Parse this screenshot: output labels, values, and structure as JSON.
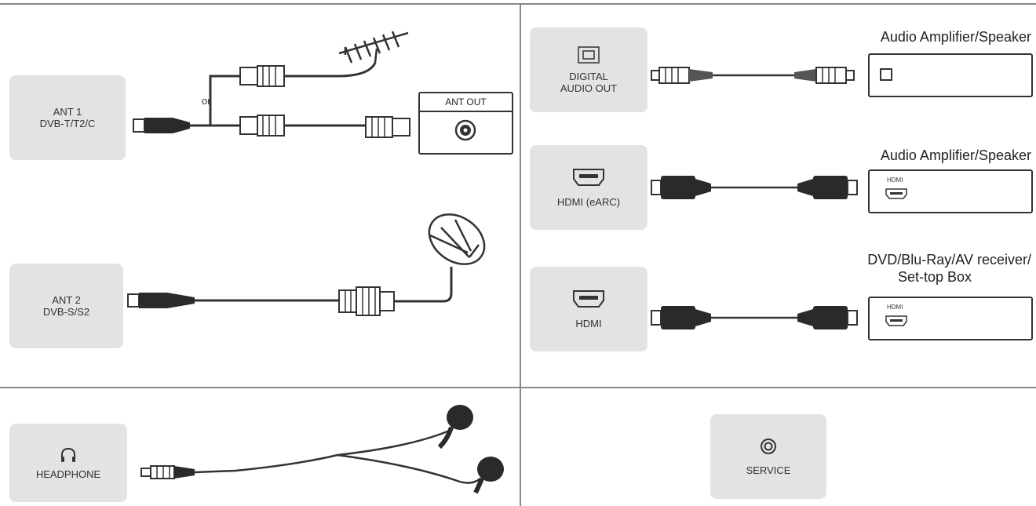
{
  "colors": {
    "box_fill": "#e3e3e3",
    "line": "#333333",
    "connector_dark": "#2a2a2a",
    "divider": "#888888"
  },
  "ports": {
    "ant1": {
      "line1": "ANT 1",
      "line2": "DVB-T/T2/C",
      "icon": "coax-port-icon"
    },
    "ant2": {
      "line1": "ANT 2",
      "line2": "DVB-S/S2",
      "icon": "coax-port-icon"
    },
    "headphone": {
      "label": "HEADPHONE",
      "icon": "headphone-icon"
    },
    "digital_audio_out": {
      "line1": "DIGITAL",
      "line2": "AUDIO OUT",
      "icon": "optical-port-icon"
    },
    "hdmi_earc": {
      "label": "HDMI (eARC)",
      "icon": "hdmi-port-icon"
    },
    "hdmi": {
      "label": "HDMI",
      "icon": "hdmi-port-icon"
    },
    "service": {
      "label": "SERVICE",
      "icon": "service-port-icon"
    }
  },
  "labels": {
    "or": "or",
    "ant_out": "ANT OUT",
    "device_optical": "Audio Amplifier/Speaker",
    "device_earc": "Audio Amplifier/Speaker",
    "device_hdmi_line1": "DVD/Blu-Ray/AV receiver/",
    "device_hdmi_line2": "Set-top Box",
    "device_hdmi_tag": "HDMI"
  }
}
